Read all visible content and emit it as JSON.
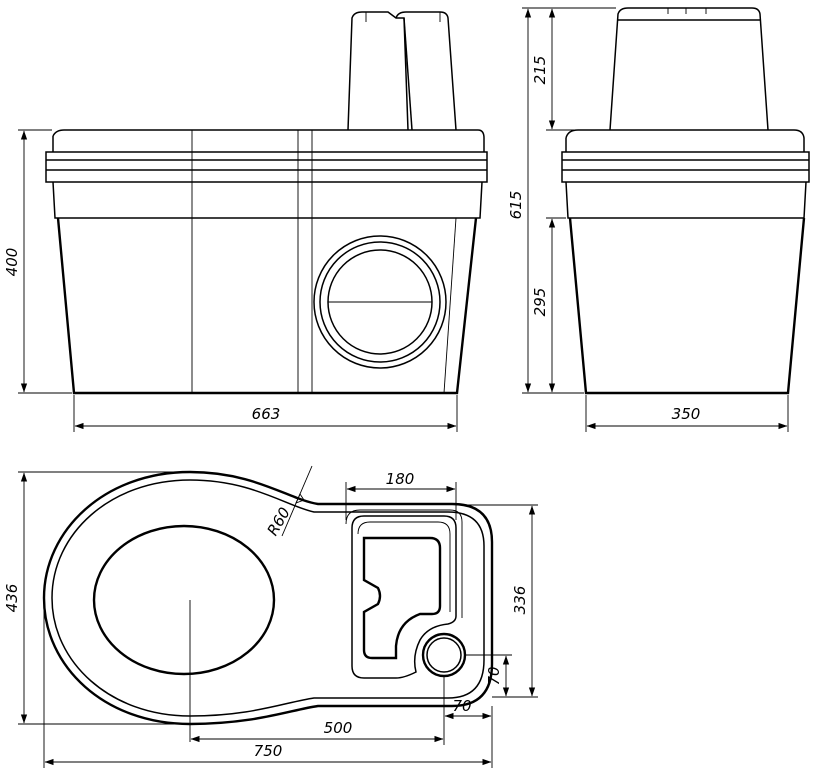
{
  "drawing": {
    "front_view": {
      "dim_height": "400",
      "dim_width": "663"
    },
    "side_view": {
      "dim_top_height": "215",
      "dim_total_height": "615",
      "dim_lower_height": "295",
      "dim_width": "350"
    },
    "plan_view": {
      "dim_height": "436",
      "dim_radius": "R60",
      "dim_tank_width": "180",
      "dim_tank_height": "336",
      "dim_offset_vertical": "70",
      "dim_offset_horizontal": "70",
      "dim_center_distance": "500",
      "dim_total_length": "750"
    }
  },
  "colors": {
    "line": "#000000",
    "background": "#ffffff"
  }
}
